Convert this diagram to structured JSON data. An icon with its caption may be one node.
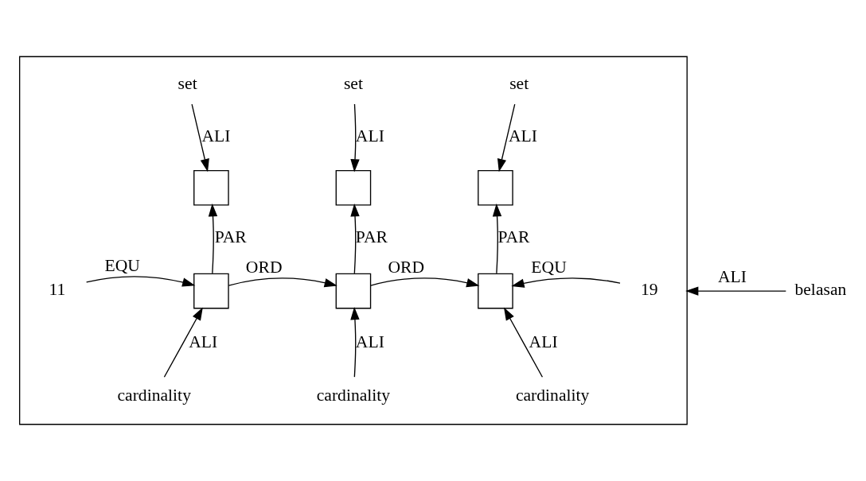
{
  "diagram": {
    "nodes": [
      {
        "text": [],
        "shape": "box"
      },
      {
        "text": [
          "set"
        ],
        "in": 0
      },
      {
        "text": [
          "set"
        ],
        "in": 0
      },
      {
        "text": [
          "set"
        ],
        "in": 0
      },
      {
        "text": [],
        "shape": "box",
        "in": 0
      },
      {
        "text": [],
        "shape": "box",
        "in": 0
      },
      {
        "text": [],
        "shape": "box",
        "in": 0
      },
      {
        "text": [
          "11"
        ],
        "in": 0
      },
      {
        "text": [],
        "shape": "box",
        "in": 0
      },
      {
        "text": [],
        "shape": "box",
        "in": 0
      },
      {
        "text": [],
        "shape": "box",
        "in": 0
      },
      {
        "text": [
          "19"
        ],
        "in": 0
      },
      {
        "text": [
          "cardinality"
        ],
        "in": 0
      },
      {
        "text": [
          "cardinality"
        ],
        "in": 0
      },
      {
        "text": [
          "cardinality"
        ],
        "in": 0
      },
      {
        "text": [
          "belasan"
        ]
      }
    ],
    "edges": [
      {
        "from": 1,
        "to": 4,
        "arrow": "to",
        "label": "ALI"
      },
      {
        "from": 2,
        "to": 5,
        "arrow": "to",
        "label": "ALI"
      },
      {
        "from": 3,
        "to": 6,
        "arrow": "to",
        "label": "ALI"
      },
      {
        "from": 8,
        "to": 4,
        "arrow": "to",
        "label": "PAR"
      },
      {
        "from": 9,
        "to": 5,
        "arrow": "to",
        "label": "PAR"
      },
      {
        "from": 10,
        "to": 6,
        "arrow": "to",
        "label": "PAR"
      },
      {
        "from": 7,
        "to": 8,
        "arrow": "to",
        "label": "EQU"
      },
      {
        "from": 8,
        "to": 9,
        "arrow": "to",
        "label": "ORD"
      },
      {
        "from": 9,
        "to": 10,
        "arrow": "to",
        "label": "ORD"
      },
      {
        "from": 11,
        "to": 10,
        "arrow": "to",
        "label": "EQU"
      },
      {
        "from": 12,
        "to": 8,
        "arrow": "to",
        "label": "ALI"
      },
      {
        "from": 13,
        "to": 9,
        "arrow": "to",
        "label": "ALI"
      },
      {
        "from": 14,
        "to": 10,
        "arrow": "to",
        "label": "ALI"
      },
      {
        "from": 15,
        "to": 0,
        "arrow": "to",
        "label": "ALI"
      }
    ]
  }
}
